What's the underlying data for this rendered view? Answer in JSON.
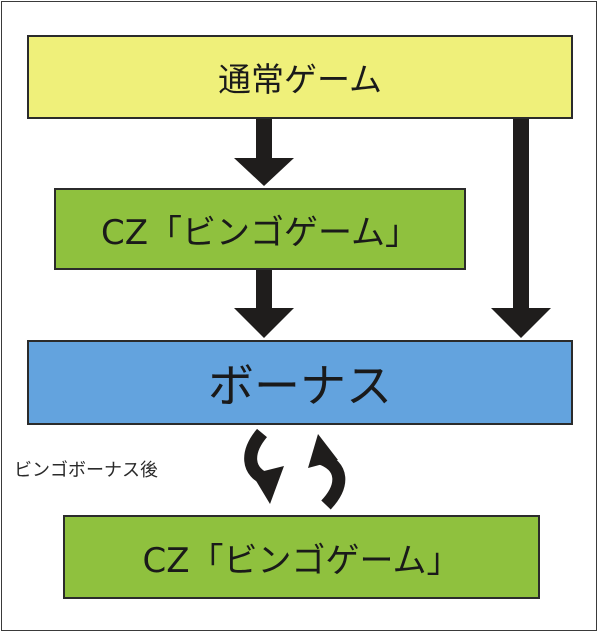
{
  "nodes": {
    "normal_game": {
      "label": "通常ゲーム",
      "color": "#eff07a"
    },
    "cz_top": {
      "label": "CZ「ビンゴゲーム」",
      "color": "#8fc13e"
    },
    "bonus": {
      "label": "ボーナス",
      "color": "#63a3de"
    },
    "cz_bottom": {
      "label": "CZ「ビンゴゲーム」",
      "color": "#8fc13e"
    }
  },
  "edges": {
    "after_bingo_bonus_label": "ビンゴボーナス後"
  },
  "colors": {
    "border": "#2b2b2b",
    "arrow": "#1f1d1c"
  }
}
